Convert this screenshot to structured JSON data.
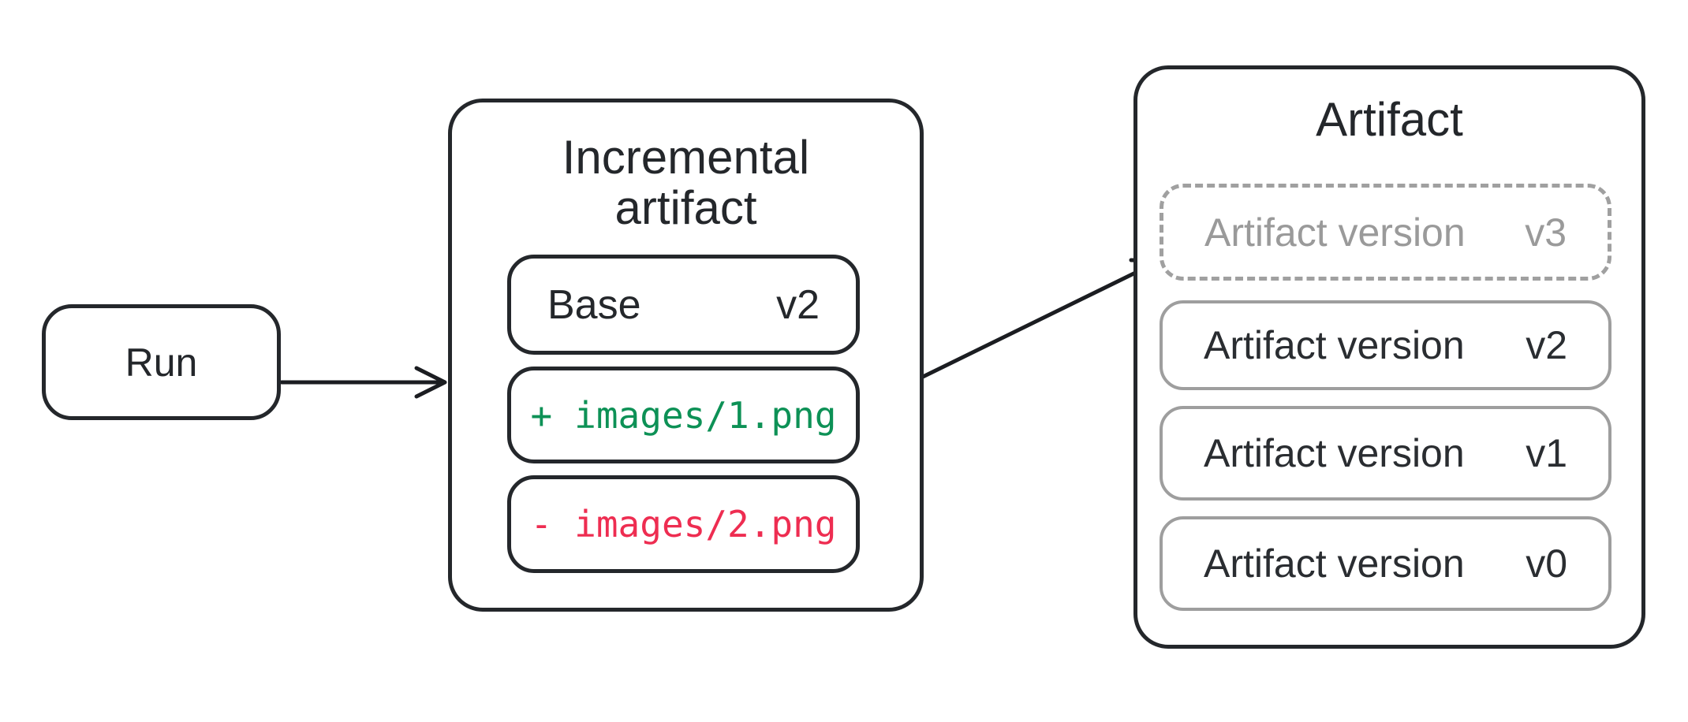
{
  "diagram": {
    "run": {
      "label": "Run"
    },
    "incremental": {
      "title_line1": "Incremental",
      "title_line2": "artifact",
      "base": {
        "label": "Base",
        "version": "v2"
      },
      "added": {
        "prefix": "+",
        "path": "images/1.png"
      },
      "removed": {
        "prefix": "-",
        "path": "images/2.png"
      }
    },
    "artifact": {
      "title": "Artifact",
      "pending": {
        "label": "Artifact version",
        "version": "v3"
      },
      "versions": [
        {
          "label": "Artifact version",
          "version": "v2"
        },
        {
          "label": "Artifact version",
          "version": "v1"
        },
        {
          "label": "Artifact version",
          "version": "v0"
        }
      ]
    },
    "colors": {
      "dark": "#24272b",
      "gray": "#9a9a9a",
      "green": "#0d9156",
      "red": "#ee2d51",
      "background": "#ffffff"
    }
  }
}
